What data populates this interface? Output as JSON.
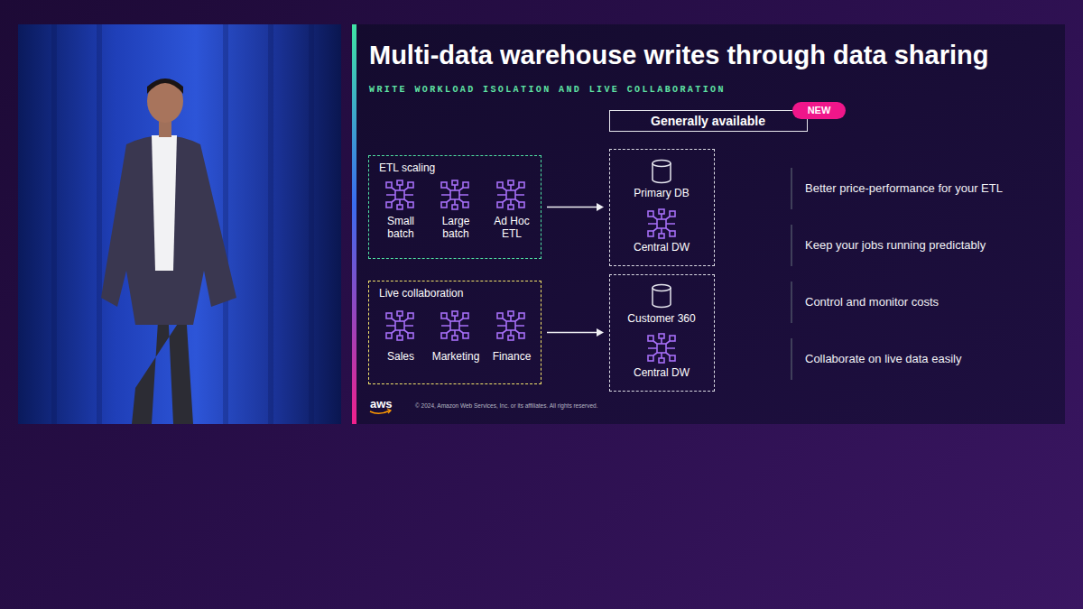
{
  "diagram": {
    "title": "Multi-data warehouse writes through data sharing",
    "nodes": [
      {
        "text": [
          "Generally available"
        ]
      },
      {
        "text": [
          "NEW"
        ]
      },
      {
        "text": [
          "ETL scaling",
          "Small batch",
          "Large batch",
          "Ad Hoc ETL"
        ]
      },
      {
        "text": [
          "Primary DB",
          "Central DW"
        ]
      },
      {
        "text": [
          "Live collaboration",
          "Sales",
          "Marketing",
          "Finance"
        ]
      },
      {
        "text": [
          "Customer 360",
          "Central DW"
        ]
      }
    ],
    "edges": [
      {
        "from": 2,
        "to": 3,
        "arrow": "to"
      },
      {
        "from": 4,
        "to": 5,
        "arrow": "to"
      }
    ],
    "labels": [
      "WRITE WORKLOAD ISOLATION AND LIVE COLLABORATION",
      "Better price-performance for your ETL",
      "Keep your jobs running predictably",
      "Control and monitor costs",
      "Collaborate on live data easily",
      "aws",
      "© 2024, Amazon Web Services, Inc. or its affiliates. All rights reserved."
    ]
  }
}
